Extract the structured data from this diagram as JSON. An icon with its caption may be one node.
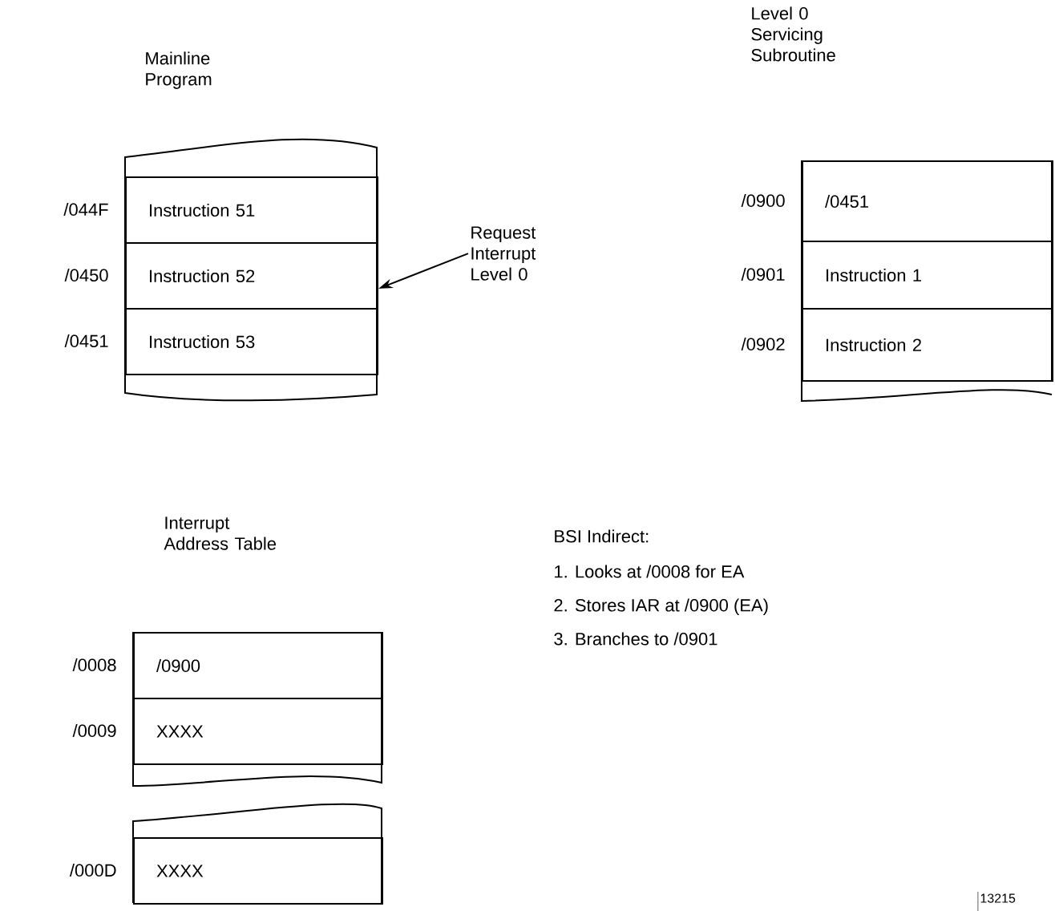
{
  "diagram": {
    "nodes": [
      {
        "text": [
          "Mainline Program"
        ]
      },
      {
        "text": [
          "Instruction 51"
        ],
        "in": 0,
        "beside": [
          "/044F"
        ]
      },
      {
        "text": [
          "Instruction 52"
        ],
        "in": 0,
        "beside": [
          "/0450"
        ]
      },
      {
        "text": [
          "Instruction 53"
        ],
        "in": 0,
        "beside": [
          "/0451"
        ]
      },
      {
        "text": [
          "Request Interrupt Level 0"
        ]
      },
      {
        "text": [
          "Level 0 Servicing Subroutine"
        ]
      },
      {
        "text": [
          "/0451"
        ],
        "in": 5,
        "beside": [
          "/0900"
        ]
      },
      {
        "text": [
          "Instruction 1"
        ],
        "in": 5,
        "beside": [
          "/0901"
        ]
      },
      {
        "text": [
          "Instruction 2"
        ],
        "in": 5,
        "beside": [
          "/0902"
        ]
      },
      {
        "text": [
          "Interrupt Address Table"
        ]
      },
      {
        "text": [
          "/0900"
        ],
        "in": 9,
        "beside": [
          "/0008"
        ]
      },
      {
        "text": [
          "XXXX"
        ],
        "in": 9,
        "beside": [
          "/0009"
        ]
      },
      {
        "text": [
          "XXXX"
        ],
        "in": 9,
        "beside": [
          "/000D"
        ]
      }
    ],
    "edges": [
      {
        "from": 4,
        "to": 2,
        "arrow": "to"
      }
    ],
    "labels": [
      "BSI Indirect:",
      "1. Looks at /0008 for EA",
      "2. Stores IAR at /0900 (EA)",
      "3. Branches to /0901",
      "13215"
    ]
  }
}
